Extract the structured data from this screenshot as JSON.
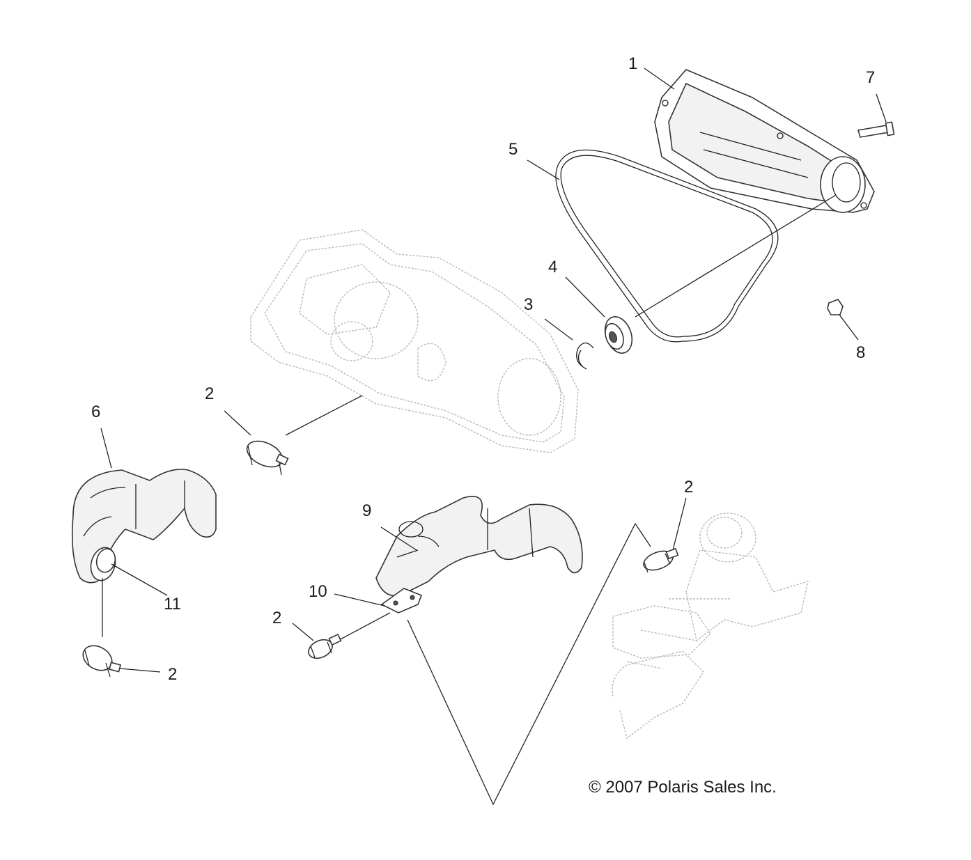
{
  "callouts": {
    "c1": "1",
    "c2a": "2",
    "c2b": "2",
    "c2c": "2",
    "c2d": "2",
    "c3": "3",
    "c4": "4",
    "c5": "5",
    "c6": "6",
    "c7": "7",
    "c8": "8",
    "c9": "9",
    "c10": "10",
    "c11": "11"
  },
  "copyright": "2007 Polaris Sales Inc.",
  "copyright_symbol": "©"
}
